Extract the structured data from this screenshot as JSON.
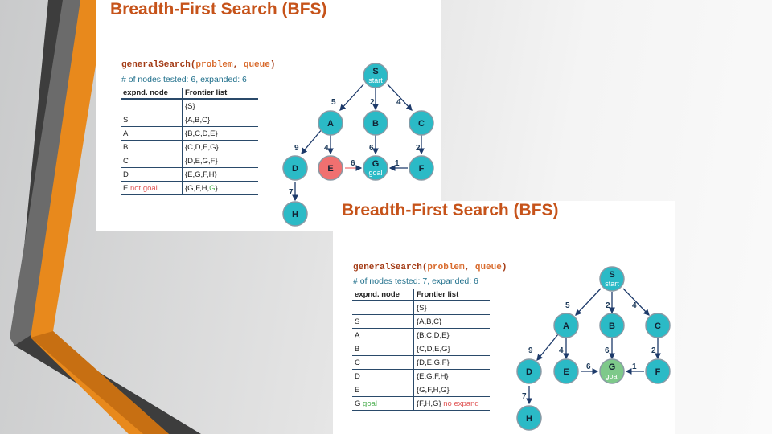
{
  "slide1": {
    "title": "Breadth-First Search (BFS)",
    "call": {
      "fn": "generalSearch(",
      "p1": "problem",
      "sep": ", ",
      "p2": "queue",
      "end": ")"
    },
    "stats": "# of nodes tested: 6, expanded: 6",
    "table": {
      "headers": [
        "expnd. node",
        "Frontier list"
      ],
      "rows": [
        {
          "node": "",
          "node_note": "",
          "frontier": "{S}",
          "frontier_green": "",
          "frontier_end": "",
          "note": ""
        },
        {
          "node": "S",
          "node_note": "",
          "frontier": "{A,B,C}",
          "frontier_green": "",
          "frontier_end": "",
          "note": ""
        },
        {
          "node": "A",
          "node_note": "",
          "frontier": "{B,C,D,E}",
          "frontier_green": "",
          "frontier_end": "",
          "note": ""
        },
        {
          "node": "B",
          "node_note": "",
          "frontier": "{C,D,E,G}",
          "frontier_green": "",
          "frontier_end": "",
          "note": ""
        },
        {
          "node": "C",
          "node_note": "",
          "frontier": "{D,E,G,F}",
          "frontier_green": "",
          "frontier_end": "",
          "note": ""
        },
        {
          "node": "D",
          "node_note": "",
          "frontier": "{E,G,F,H}",
          "frontier_green": "",
          "frontier_end": "",
          "note": ""
        },
        {
          "node": "E",
          "node_note": " not goal",
          "frontier": "{G,F,H,",
          "frontier_green": "G",
          "frontier_end": "}",
          "note": ""
        }
      ]
    },
    "graph": {
      "nodes": {
        "S": "S",
        "S_sub": "start",
        "A": "A",
        "B": "B",
        "C": "C",
        "D": "D",
        "E": "E",
        "G": "G",
        "G_sub": "goal",
        "F": "F",
        "H": "H"
      },
      "weights": {
        "SA": "5",
        "SB": "2",
        "SC": "4",
        "AD": "9",
        "AE": "4",
        "BG": "6",
        "CF": "2",
        "EG": "6",
        "FG": "1",
        "DH": "7"
      }
    }
  },
  "slide2": {
    "title": "Breadth-First Search (BFS)",
    "call": {
      "fn": "generalSearch(",
      "p1": "problem",
      "sep": ", ",
      "p2": "queue",
      "end": ")"
    },
    "stats": "# of nodes tested: 7, expanded: 6",
    "table": {
      "headers": [
        "expnd. node",
        "Frontier list"
      ],
      "rows": [
        {
          "node": "",
          "node_note": "",
          "frontier": "{S}",
          "frontier_green": "",
          "frontier_end": "",
          "note": ""
        },
        {
          "node": "S",
          "node_note": "",
          "frontier": "{A,B,C}",
          "frontier_green": "",
          "frontier_end": "",
          "note": ""
        },
        {
          "node": "A",
          "node_note": "",
          "frontier": "{B,C,D,E}",
          "frontier_green": "",
          "frontier_end": "",
          "note": ""
        },
        {
          "node": "B",
          "node_note": "",
          "frontier": "{C,D,E,G}",
          "frontier_green": "",
          "frontier_end": "",
          "note": ""
        },
        {
          "node": "C",
          "node_note": "",
          "frontier": "{D,E,G,F}",
          "frontier_green": "",
          "frontier_end": "",
          "note": ""
        },
        {
          "node": "D",
          "node_note": "",
          "frontier": "{E,G,F,H}",
          "frontier_green": "",
          "frontier_end": "",
          "note": ""
        },
        {
          "node": "E",
          "node_note": "",
          "frontier": "{G,F,H,G}",
          "frontier_green": "",
          "frontier_end": "",
          "note": ""
        },
        {
          "node": "G",
          "node_note": " goal",
          "frontier": "{F,H,G}",
          "frontier_green": "",
          "frontier_end": "",
          "note": " no expand"
        }
      ]
    },
    "graph": {
      "nodes": {
        "S": "S",
        "S_sub": "start",
        "A": "A",
        "B": "B",
        "C": "C",
        "D": "D",
        "E": "E",
        "G": "G",
        "G_sub": "goal",
        "F": "F",
        "H": "H"
      },
      "weights": {
        "SA": "5",
        "SB": "2",
        "SC": "4",
        "AD": "9",
        "AE": "4",
        "BG": "6",
        "CF": "2",
        "EG": "6",
        "FG": "1",
        "DH": "7"
      }
    }
  },
  "colors": {
    "title": "#c6531a",
    "node": "#2bbac6",
    "node_visited_red": "#f07070",
    "node_goal_green": "#7ec98a",
    "accent_orange": "#e8891c",
    "stripe_dark": "#3d3d3d"
  }
}
